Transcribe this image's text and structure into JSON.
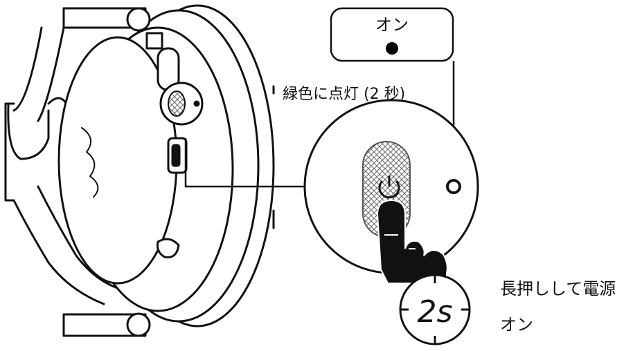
{
  "status_box": {
    "label": "オン",
    "indicator_color": "#000000"
  },
  "led_label": "緑色に点灯 (2 秒)",
  "timer_label": "2s",
  "action_label_line1": "長押しして電源",
  "action_label_line2": "オン"
}
